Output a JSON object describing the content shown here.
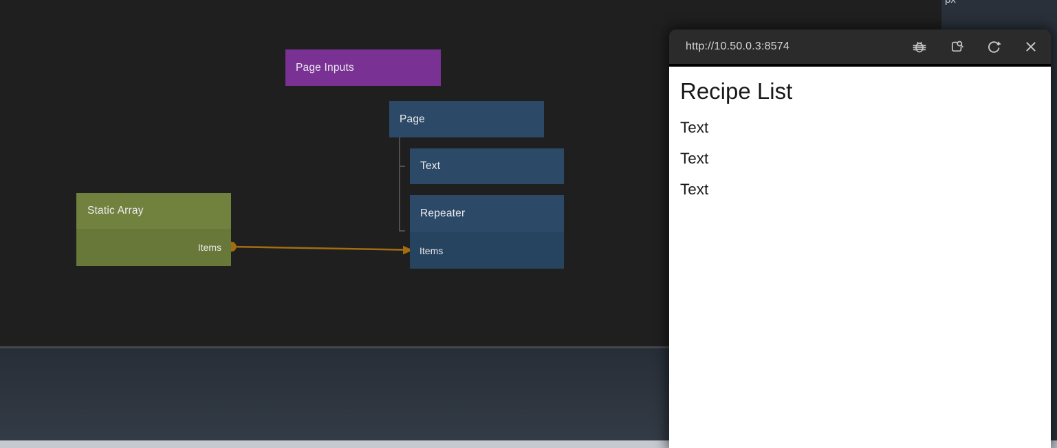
{
  "canvas": {
    "nodes": {
      "page_inputs": {
        "label": "Page Inputs",
        "color": "#7a3194"
      },
      "page": {
        "label": "Page",
        "color": "#2c4a68"
      },
      "text": {
        "label": "Text",
        "color": "#2c4a68"
      },
      "repeater": {
        "label": "Repeater",
        "header_color": "#2c4a68",
        "port_row_color": "#264360",
        "port_label": "Items"
      },
      "static_array": {
        "label": "Static Array",
        "header_color": "#71823f",
        "port_row_color": "#677838",
        "port_label": "Items"
      }
    },
    "connection": {
      "from": "Static Array / Items",
      "to": "Repeater / Items",
      "color": "#a26d10"
    },
    "tree_line_color": "#4f4f4f"
  },
  "top_right_panel": {
    "clipped_text": "px"
  },
  "preview_window": {
    "url": "http://10.50.0.3:8574",
    "toolbar_icons": [
      "debug",
      "open-in-browser",
      "refresh",
      "close"
    ],
    "content": {
      "title": "Recipe List",
      "items": [
        "Text",
        "Text",
        "Text"
      ]
    }
  }
}
